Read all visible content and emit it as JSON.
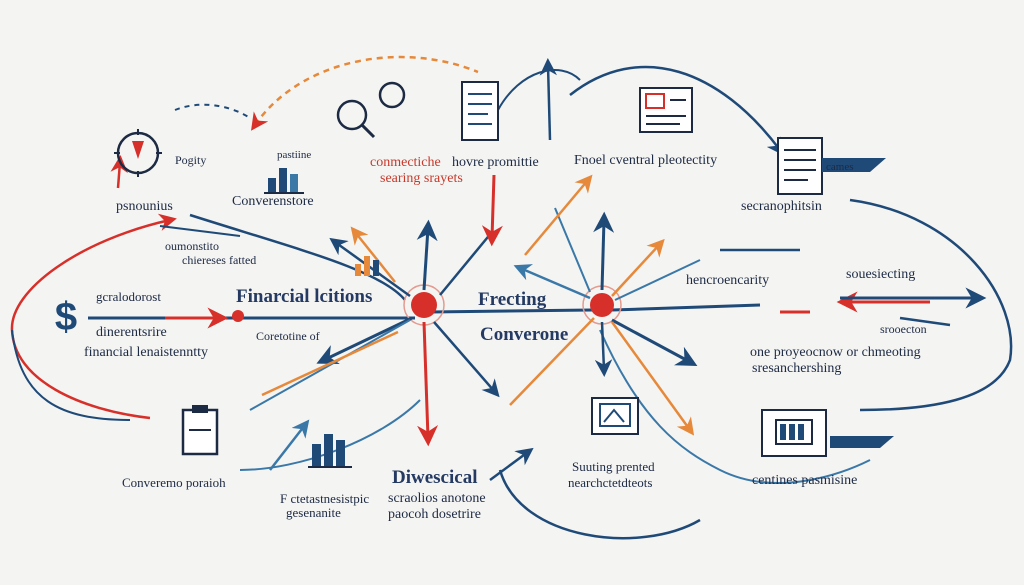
{
  "colors": {
    "navy": "#1f4a78",
    "blue": "#3a78a8",
    "red": "#d7302a",
    "orange": "#e6893a",
    "ink": "#1d2a44",
    "background": "#f4f4f2"
  },
  "icons": [
    "compass-icon",
    "dollar-icon",
    "bar-chart-icon",
    "magnifier-icon",
    "document-icon",
    "clipboard-icon",
    "monitor-icon",
    "flag-icon",
    "folder-icon"
  ],
  "labels": {
    "pogity": "Pogity",
    "psnounius": "psnounius",
    "converenstore": "Converenstore",
    "pastiine": "pastiine",
    "conmectiche": "conmectiche",
    "searing_sraygets": "searing srayets",
    "hovre_promitite": "hovre promittie",
    "fnoel_cventral": "Fnoel cventral pleotectity",
    "secranopitisn": "secranophitsin",
    "cames": "cames",
    "oumonstito": "oumonstito",
    "chiereses_fatted": "chiereses fatted",
    "geralodorost": "gcralodorost",
    "financial_lcitrions": "Finarcial lcitions",
    "fnecting": "Frecting",
    "converone": "Converone",
    "hencroencarity": "hencroencarity",
    "souesiecting": "souesiecting",
    "srooecton": "srooecton",
    "dinerentsrire": "dinerentsrire",
    "financial_lanaistentty": "financial lenaistenntty",
    "corelotine_of": "Coretotine of",
    "one_prooemocw": "one proyeocnow or chmeoting",
    "sresanchershing": "sresanchershing",
    "convernemo_poraioh": "Converemo poraioh",
    "diwescical": "Diwescical",
    "scraolios_anotone": "scraolios anotone",
    "paocch_doectire": "paocoh dosetrire",
    "f_ctetastnesistpic": "F ctetastnesistpic",
    "gesenanite": "gesenanite",
    "suuting_prented": "Suuting prented",
    "nearchitedteots": "nearchctetdteots",
    "centines_pasmisine": "centines pasmisine"
  }
}
